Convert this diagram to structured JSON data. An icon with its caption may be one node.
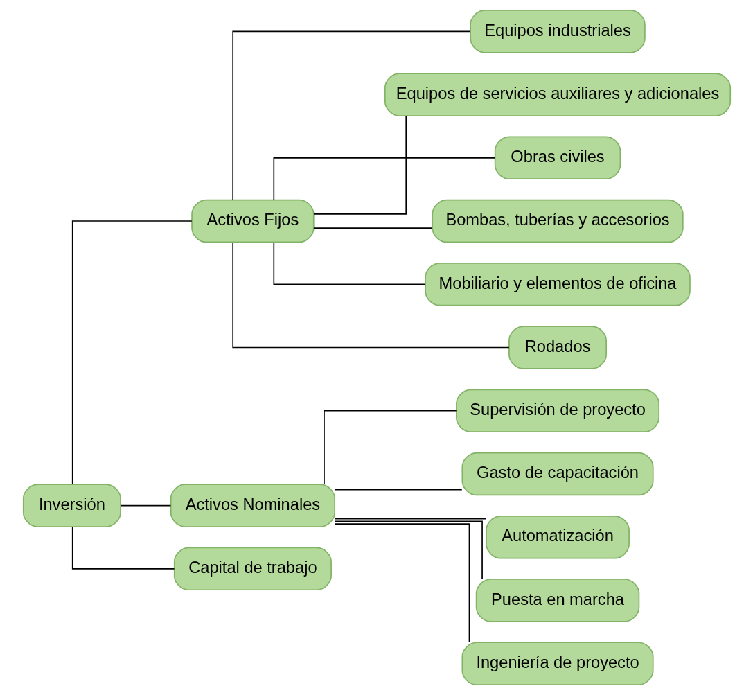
{
  "diagram": {
    "nodes": [
      {
        "text": [
          "Inversión"
        ]
      },
      {
        "text": [
          "Activos Fijos"
        ]
      },
      {
        "text": [
          "Activos Nominales"
        ]
      },
      {
        "text": [
          "Capital de trabajo"
        ]
      },
      {
        "text": [
          "Equipos industriales"
        ]
      },
      {
        "text": [
          "Equipos de servicios auxiliares y adicionales"
        ]
      },
      {
        "text": [
          "Obras civiles"
        ]
      },
      {
        "text": [
          "Bombas, tuberías y accesorios"
        ]
      },
      {
        "text": [
          "Mobiliario y elementos de oficina"
        ]
      },
      {
        "text": [
          "Rodados"
        ]
      },
      {
        "text": [
          "Supervisión de proyecto"
        ]
      },
      {
        "text": [
          "Gasto de capacitación"
        ]
      },
      {
        "text": [
          "Automatización"
        ]
      },
      {
        "text": [
          "Puesta en marcha"
        ]
      },
      {
        "text": [
          "Ingeniería de proyecto"
        ]
      }
    ],
    "edges": [
      {
        "from": 0,
        "to": 1,
        "arrow": "none"
      },
      {
        "from": 0,
        "to": 2,
        "arrow": "none"
      },
      {
        "from": 0,
        "to": 3,
        "arrow": "none"
      },
      {
        "from": 1,
        "to": 4,
        "arrow": "none"
      },
      {
        "from": 1,
        "to": 5,
        "arrow": "none"
      },
      {
        "from": 1,
        "to": 6,
        "arrow": "none"
      },
      {
        "from": 1,
        "to": 7,
        "arrow": "none"
      },
      {
        "from": 1,
        "to": 8,
        "arrow": "none"
      },
      {
        "from": 1,
        "to": 9,
        "arrow": "none"
      },
      {
        "from": 2,
        "to": 10,
        "arrow": "none"
      },
      {
        "from": 2,
        "to": 11,
        "arrow": "none"
      },
      {
        "from": 2,
        "to": 12,
        "arrow": "none"
      },
      {
        "from": 2,
        "to": 13,
        "arrow": "none"
      },
      {
        "from": 2,
        "to": 14,
        "arrow": "none"
      }
    ]
  }
}
